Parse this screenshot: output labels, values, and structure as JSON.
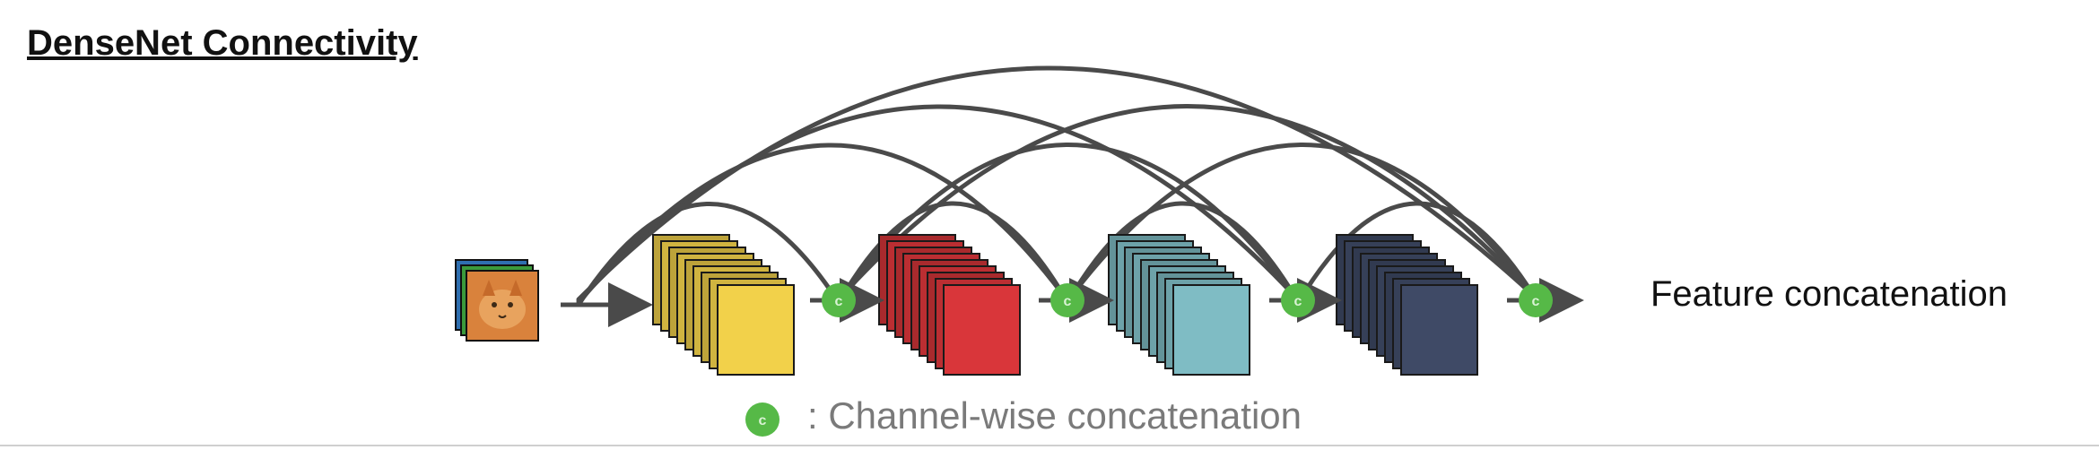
{
  "title": "DenseNet Connectivity",
  "side_label": "Feature concatenation",
  "legend": {
    "symbol_letter": "c",
    "text": ": Channel-wise concatenation"
  },
  "colors": {
    "block1": "#f2d14a",
    "block2": "#d9363a",
    "block3": "#7fbcc4",
    "block4": "#3f4a66",
    "concat": "#56b947",
    "line": "#4a4a4a"
  },
  "icons": [
    "cat-image-icon",
    "concat-node-icon",
    "arrow-icon"
  ]
}
